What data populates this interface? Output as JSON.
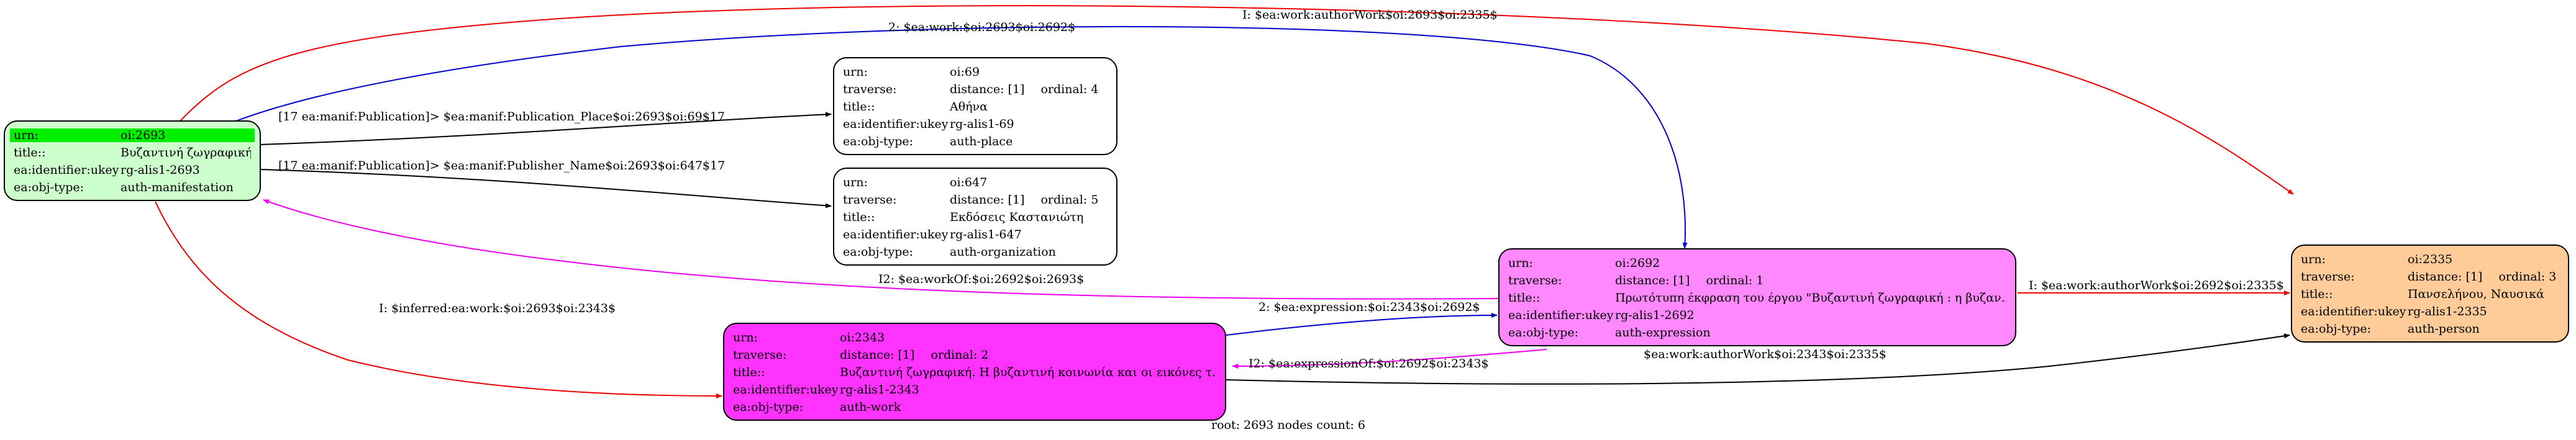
{
  "colors": {
    "manifestation": "#ccffcc",
    "place": "#ffffff",
    "organization": "#ffffff",
    "expression": "#ff88ff",
    "work": "#ff33ff",
    "person": "#ffcc99",
    "highlight": "#00ee00",
    "edge_red": "#ee0000",
    "edge_blue": "#0000cc",
    "edge_magenta": "#ee00ee",
    "edge_black": "#000000"
  },
  "nodes": {
    "oi2693": {
      "urn_key": "urn:",
      "urn": "oi:2693",
      "title_key": "title::",
      "title": "Βυζαντινή ζωγραφική",
      "ident_key": "ea:identifier:ukey",
      "ident": "rg-alis1-2693",
      "type_key": "ea:obj-type:",
      "type": "auth-manifestation"
    },
    "oi69": {
      "urn_key": "urn:",
      "urn": "oi:69",
      "traverse_key": "traverse:",
      "distance": "distance: [1]",
      "ordinal": "ordinal: 4",
      "title_key": "title::",
      "title": "Αθήνα",
      "ident_key": "ea:identifier:ukey",
      "ident": "rg-alis1-69",
      "type_key": "ea:obj-type:",
      "type": "auth-place"
    },
    "oi647": {
      "urn_key": "urn:",
      "urn": "oi:647",
      "traverse_key": "traverse:",
      "distance": "distance: [1]",
      "ordinal": "ordinal: 5",
      "title_key": "title::",
      "title": "Εκδόσεις Καστανιώτη",
      "ident_key": "ea:identifier:ukey",
      "ident": "rg-alis1-647",
      "type_key": "ea:obj-type:",
      "type": "auth-organization"
    },
    "oi2692": {
      "urn_key": "urn:",
      "urn": "oi:2692",
      "traverse_key": "traverse:",
      "distance": "distance: [1]",
      "ordinal": "ordinal: 1",
      "title_key": "title::",
      "title": "Πρωτότυπη έκφραση του έργου \"Βυζαντινή ζωγραφική : η βυζαν...",
      "ident_key": "ea:identifier:ukey",
      "ident": "rg-alis1-2692",
      "type_key": "ea:obj-type:",
      "type": "auth-expression"
    },
    "oi2343": {
      "urn_key": "urn:",
      "urn": "oi:2343",
      "traverse_key": "traverse:",
      "distance": "distance: [1]",
      "ordinal": "ordinal: 2",
      "title_key": "title::",
      "title": "Βυζαντινή ζωγραφική. Η βυζαντινή κοινωνία και οι εικόνες τ...",
      "ident_key": "ea:identifier:ukey",
      "ident": "rg-alis1-2343",
      "type_key": "ea:obj-type:",
      "type": "auth-work"
    },
    "oi2335": {
      "urn_key": "urn:",
      "urn": "oi:2335",
      "traverse_key": "traverse:",
      "distance": "distance: [1]",
      "ordinal": "ordinal: 3",
      "title_key": "title::",
      "title": "Πανσελήνου, Ναυσικά",
      "ident_key": "ea:identifier:ukey",
      "ident": "rg-alis1-2335",
      "type_key": "ea:obj-type:",
      "type": "auth-person"
    }
  },
  "edges": {
    "e_author_top": "I: $ea:work:authorWork$oi:2693$oi:2335$",
    "e_work_blue": "2: $ea:work:$oi:2693$oi:2692$",
    "e_place": "[17 ea:manif:Publication]> $ea:manif:Publication_Place$oi:2693$oi:69$17",
    "e_publisher": "[17 ea:manif:Publication]> $ea:manif:Publisher_Name$oi:2693$oi:647$17",
    "e_workof": "I2: $ea:workOf:$oi:2692$oi:2693$",
    "e_inferred": "I: $inferred:ea:work:$oi:2693$oi:2343$",
    "e_expression": "2: $ea:expression:$oi:2343$oi:2692$",
    "e_expressionof": "I2: $ea:expressionOf:$oi:2692$oi:2343$",
    "e_author_expr": "I: $ea:work:authorWork$oi:2692$oi:2335$",
    "e_author_work": "$ea:work:authorWork$oi:2343$oi:2335$"
  },
  "footer": "root: 2693 nodes count: 6"
}
